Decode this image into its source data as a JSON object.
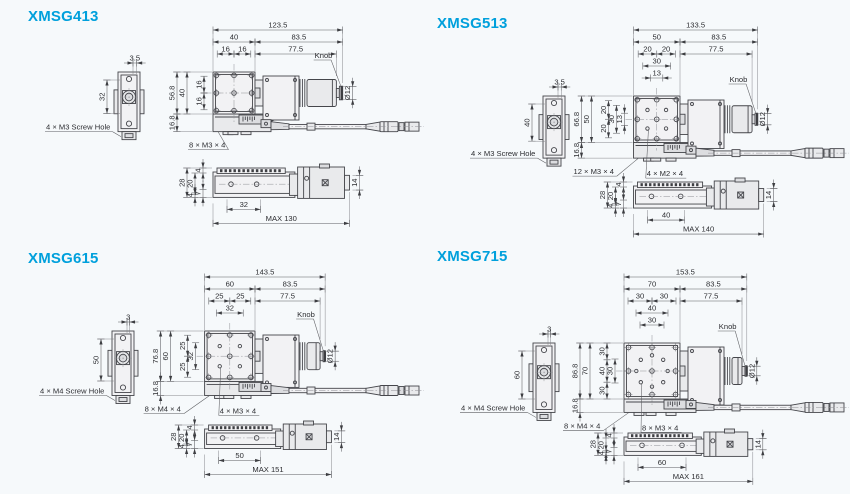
{
  "page": {
    "background": "#f6f9fb",
    "accent_color": "#00a0dc",
    "line_color": "#45464b"
  },
  "products": [
    {
      "model": "XMSG413",
      "side_view": {
        "width_dim": "3.5",
        "height_dim": "32",
        "screw_label": "4 × M3 Screw Hole"
      },
      "top_view": {
        "total_width": "123.5",
        "stage_width": "40",
        "right_width": "83.5",
        "body_width": "77.5",
        "h_pitch_groups": [
          [
            "16",
            "16"
          ]
        ],
        "total_height": "56.8",
        "stage_height": "40",
        "v_pitch_groups": [
          [
            "16",
            "16"
          ]
        ],
        "base_height": "16.8",
        "knob_label": "Knob",
        "knob_diameter": "Ø12",
        "screw_labels": [
          "8 × M3 × 4"
        ]
      },
      "front_view": {
        "top_offset": "4",
        "height": "28",
        "inner_height": "20",
        "lower_step": "7",
        "bottom_offset": "4",
        "travel": "32",
        "max_length": "MAX 130",
        "connector_height": "14"
      }
    },
    {
      "model": "XMSG513",
      "side_view": {
        "width_dim": "3.5",
        "height_dim": "40",
        "screw_label": "4 × M3 Screw Hole"
      },
      "top_view": {
        "total_width": "133.5",
        "stage_width": "50",
        "right_width": "83.5",
        "body_width": "77.5",
        "h_pitch_groups": [
          [
            "20",
            "20"
          ],
          [
            "30"
          ],
          [
            "13"
          ]
        ],
        "total_height": "66.8",
        "stage_height": "50",
        "v_pitch_groups": [
          [
            "13"
          ],
          [
            "30"
          ],
          [
            "20",
            "20"
          ]
        ],
        "base_height": "16.8",
        "knob_label": "Knob",
        "knob_diameter": "Ø12",
        "screw_labels": [
          "12 × M3 × 4",
          "4 × M2 × 4"
        ]
      },
      "front_view": {
        "top_offset": "4",
        "height": "28",
        "inner_height": "20",
        "lower_step": "7",
        "bottom_offset": "4",
        "travel": "40",
        "max_length": "MAX 140",
        "connector_height": "14"
      }
    },
    {
      "model": "XMSG615",
      "side_view": {
        "width_dim": "3",
        "height_dim": "50",
        "screw_label": "4 × M4 Screw Hole"
      },
      "top_view": {
        "total_width": "143.5",
        "stage_width": "60",
        "right_width": "83.5",
        "body_width": "77.5",
        "h_pitch_groups": [
          [
            "25",
            "25"
          ],
          [
            "32"
          ]
        ],
        "total_height": "76.8",
        "stage_height": "60",
        "v_pitch_groups": [
          [
            "32"
          ],
          [
            "25",
            "25"
          ]
        ],
        "base_height": "16.8",
        "knob_label": "Knob",
        "knob_diameter": "Ø12",
        "screw_labels": [
          "8 × M4 × 4",
          "4 × M3 × 4"
        ]
      },
      "front_view": {
        "top_offset": "4",
        "height": "28",
        "inner_height": "20",
        "lower_step": "7",
        "bottom_offset": "4",
        "travel": "50",
        "max_length": "MAX 151",
        "connector_height": "14"
      }
    },
    {
      "model": "XMSG715",
      "side_view": {
        "width_dim": "3",
        "height_dim": "60",
        "screw_label": "4 × M4 Screw Hole"
      },
      "top_view": {
        "total_width": "153.5",
        "stage_width": "70",
        "right_width": "83.5",
        "body_width": "77.5",
        "h_pitch_groups": [
          [
            "30",
            "30"
          ],
          [
            "40"
          ],
          [
            "30"
          ]
        ],
        "total_height": "86.8",
        "stage_height": "70",
        "v_pitch_groups": [
          [
            "30"
          ],
          [
            "30",
            "40",
            "30"
          ]
        ],
        "base_height": "16.8",
        "knob_label": "Knob",
        "knob_diameter": "Ø12",
        "screw_labels": [
          "8 × M4 × 4",
          "8 × M3 × 4"
        ]
      },
      "front_view": {
        "top_offset": "4",
        "height": "28",
        "inner_height": "20",
        "lower_step": "7",
        "bottom_offset": "4",
        "travel": "60",
        "max_length": "MAX 161",
        "connector_height": "14"
      }
    }
  ]
}
